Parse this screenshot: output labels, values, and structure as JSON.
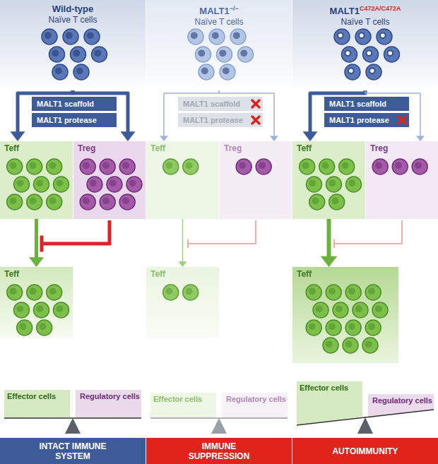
{
  "diagram": {
    "nodes": [
      {
        "text": [
          "Wild-type",
          "Naïve T cells"
        ]
      },
      {
        "text": [
          "MALT1 scaffold"
        ]
      },
      {
        "text": [
          "MALT1 protease"
        ]
      },
      {
        "text": [
          "Teff"
        ]
      },
      {
        "text": [
          "Treg"
        ]
      },
      {
        "text": [
          "Teff"
        ]
      },
      {
        "text": [
          "INTACT IMMUNE SYSTEM"
        ]
      },
      {
        "text": [
          "MALT1",
          "−/−",
          "Naïve T cells"
        ]
      },
      {
        "text": [
          "MALT1 scaffold"
        ]
      },
      {
        "text": [
          "MALT1 protease"
        ]
      },
      {
        "text": [
          "Teff"
        ]
      },
      {
        "text": [
          "Treg"
        ]
      },
      {
        "text": [
          "Teff"
        ]
      },
      {
        "text": [
          "IMMUNE SUPPRESSION"
        ]
      },
      {
        "text": [
          "MALT1",
          "C472A/C472A",
          "Naïve T cells"
        ]
      },
      {
        "text": [
          "MALT1 scaffold"
        ]
      },
      {
        "text": [
          "MALT1 protease"
        ]
      },
      {
        "text": [
          "Teff"
        ]
      },
      {
        "text": [
          "Treg"
        ]
      },
      {
        "text": [
          "Teff"
        ]
      },
      {
        "text": [
          "AUTOIMMUNITY"
        ]
      }
    ],
    "edges": [
      {
        "from": 0,
        "to": 3,
        "arrow": "to"
      },
      {
        "from": 0,
        "to": 4,
        "arrow": "to"
      },
      {
        "from": 3,
        "to": 5,
        "arrow": "to"
      },
      {
        "from": 7,
        "to": 10,
        "arrow": "to"
      },
      {
        "from": 7,
        "to": 11,
        "arrow": "to"
      },
      {
        "from": 10,
        "to": 12,
        "arrow": "to"
      },
      {
        "from": 14,
        "to": 17,
        "arrow": "to"
      },
      {
        "from": 14,
        "to": 18,
        "arrow": "to"
      },
      {
        "from": 17,
        "to": 19,
        "arrow": "to"
      }
    ],
    "labels": [
      "Effector cells",
      "Regulatory cells",
      "Effector cells",
      "Regulatory cells",
      "Effector cells",
      "Regulatory cells"
    ]
  }
}
